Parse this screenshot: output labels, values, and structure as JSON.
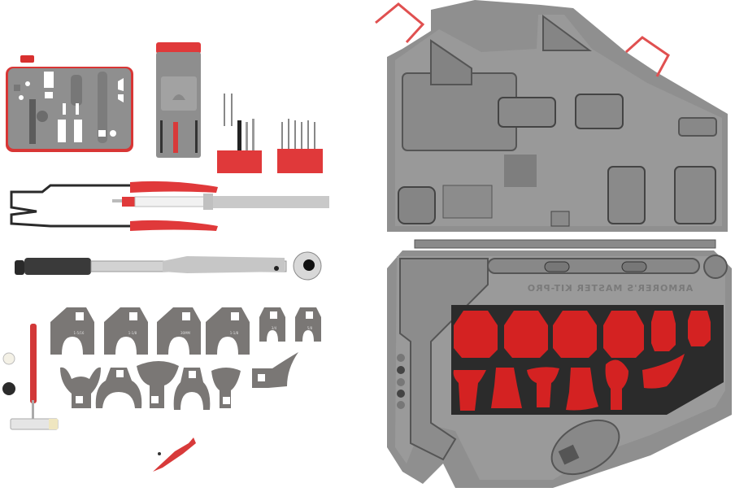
{
  "image": {
    "subject": "Armorer's tool kit product layout with open carrying case",
    "background": "#ffffff"
  },
  "colors": {
    "case_gray": "#8e8e8e",
    "case_light": "#a9a9a9",
    "case_dark": "#6a6a6a",
    "insert_black": "#2b2b2b",
    "foam_red": "#d42222",
    "accent_red": "#e0393a",
    "steel": "#c9c9c9",
    "wrench_gray": "#7a7775"
  },
  "case": {
    "lid_label": "",
    "embossed_title": "ARMORER'S MASTER KIT-PRO",
    "embossed_title_mirrored": true,
    "foam_cutouts_top_row": 6,
    "foam_cutouts_bottom_row": 6
  },
  "tools": {
    "wrench_heads_row1_labels": [
      "1-5/16",
      "1-1/8",
      "30MM",
      "1-1/8",
      "3/4",
      "5/8"
    ],
    "wrench_heads_row2_count": 6
  }
}
